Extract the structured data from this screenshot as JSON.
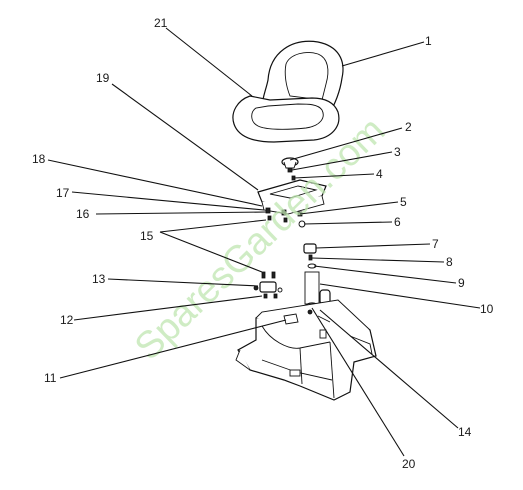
{
  "watermark": "SparesGarden.com",
  "callouts": {
    "c1": "1",
    "c2": "2",
    "c3": "3",
    "c4": "4",
    "c5": "5",
    "c6": "6",
    "c7": "7",
    "c8": "8",
    "c9": "9",
    "c10": "10",
    "c11": "11",
    "c12": "12",
    "c13": "13",
    "c14": "14",
    "c15": "15",
    "c16": "16",
    "c17": "17",
    "c18": "18",
    "c19": "19",
    "c20": "20",
    "c21": "21"
  }
}
